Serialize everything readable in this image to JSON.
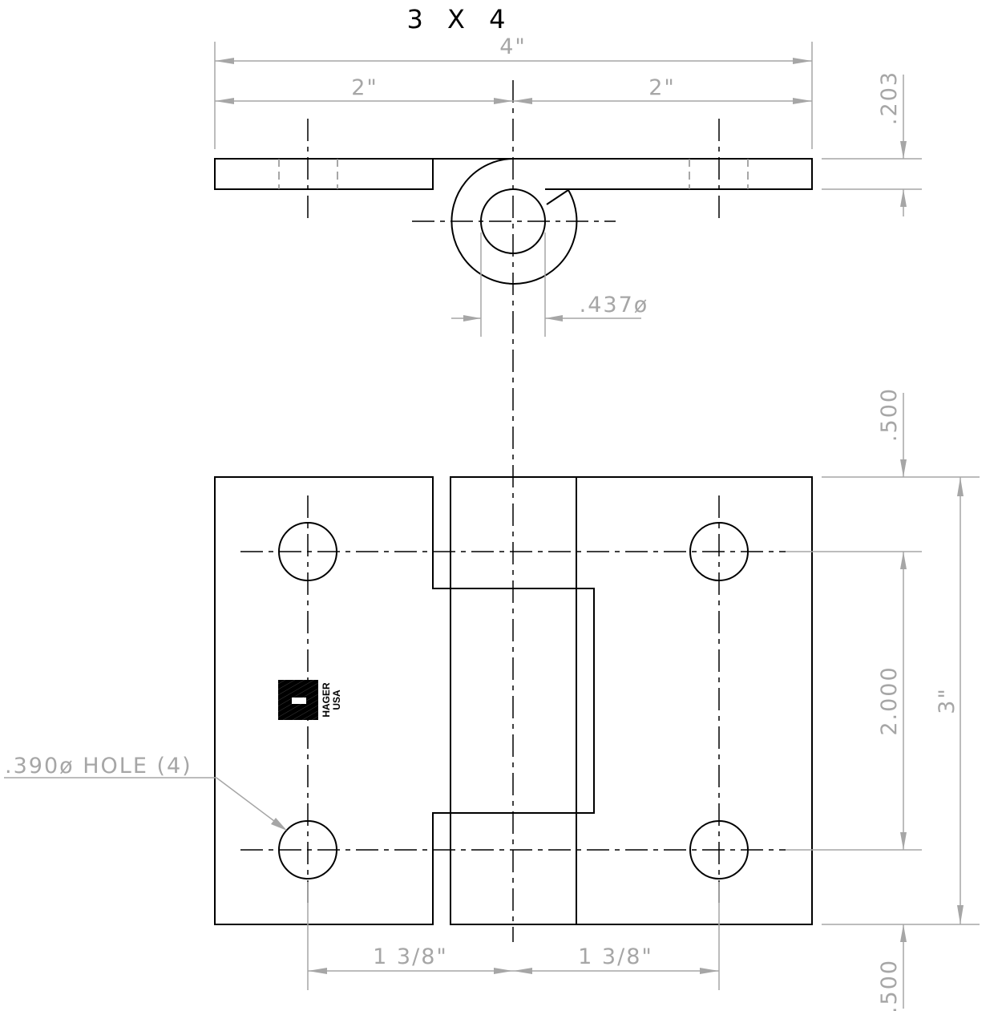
{
  "title": "3 X 4",
  "dimensions": {
    "overall_width": "4\"",
    "half_width_left": "2\"",
    "half_width_right": "2\"",
    "leaf_thickness": ".203",
    "pin_diameter": ".437ø",
    "top_margin": ".500",
    "bottom_margin": ".500",
    "hole_spacing": "2.000",
    "overall_height": "3\"",
    "hole_note": ".390ø HOLE (4)",
    "hole_offset_left": "1 3/8\"",
    "hole_offset_right": "1 3/8\""
  },
  "logo": {
    "line1": "HAGER",
    "line2": "USA"
  },
  "colors": {
    "object_line": "#000000",
    "dimension_line": "#a6a6a6"
  }
}
